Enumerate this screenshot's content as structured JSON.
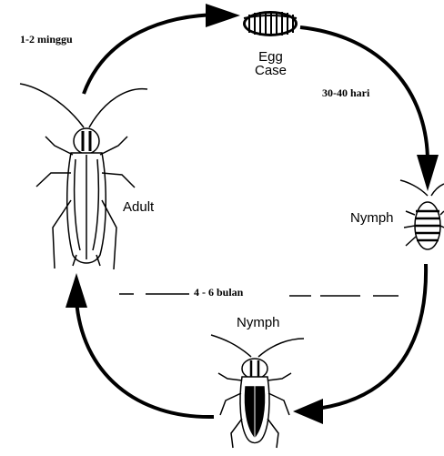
{
  "diagram": {
    "stages": {
      "egg_case": {
        "line1": "Egg",
        "line2": "Case"
      },
      "adult": "Adult",
      "nymph_right": "Nymph",
      "nymph_bottom": "Nymph"
    },
    "durations": {
      "adult_to_egg": "1-2 minggu",
      "egg_to_nymph": "30-40 hari",
      "nymph_to_adult": "4 - 6 bulan"
    },
    "colors": {
      "ink": "#000000",
      "background": "#ffffff"
    }
  }
}
